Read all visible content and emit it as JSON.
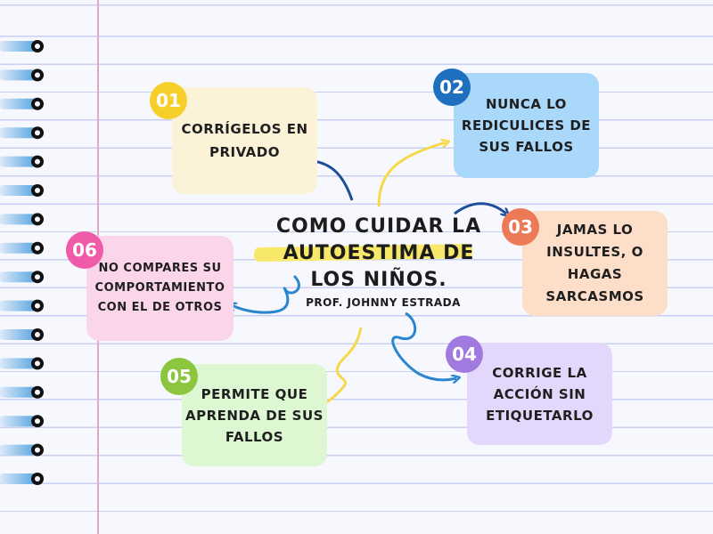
{
  "title_lines": [
    "COMO CUIDAR LA",
    "AUTOESTIMA DE",
    "LOS NIÑOS."
  ],
  "subtitle": "PROF. JOHNNY ESTRADA",
  "items": [
    {
      "number": "01",
      "text": "CORRÍGELOS EN\nPRIVADO",
      "card_color": "#fbf2d8",
      "badge_color": "#f6cf2a"
    },
    {
      "number": "02",
      "text": "NUNCA LO\nREDICULICES DE\nSUS FALLOS",
      "card_color": "#a9d8fb",
      "badge_color": "#1f6fbf"
    },
    {
      "number": "03",
      "text": "JAMAS LO\nINSULTES, O\nHAGAS\nSARCASMOS",
      "card_color": "#fddfc9",
      "badge_color": "#ec7a57"
    },
    {
      "number": "04",
      "text": "CORRIGE LA\nACCIÓN SIN\nETIQUETARLO",
      "card_color": "#e3d7fb",
      "badge_color": "#a17ae0"
    },
    {
      "number": "05",
      "text": "PERMITE QUE\nAPRENDA DE SUS\nFALLOS",
      "card_color": "#dcf7d2",
      "badge_color": "#8cc63f"
    },
    {
      "number": "06",
      "text": "NO COMPARES SU\nCOMPORTAMIENTO\nCON EL DE OTROS",
      "card_color": "#fbd6ea",
      "badge_color": "#ef5ba8"
    }
  ],
  "colors": {
    "highlight": "#f7e86a",
    "arrow_blue": "#2a86cf",
    "arrow_navy": "#1f4f9a",
    "arrow_yellow": "#f5d94a",
    "margin": "#e6a5c8"
  }
}
